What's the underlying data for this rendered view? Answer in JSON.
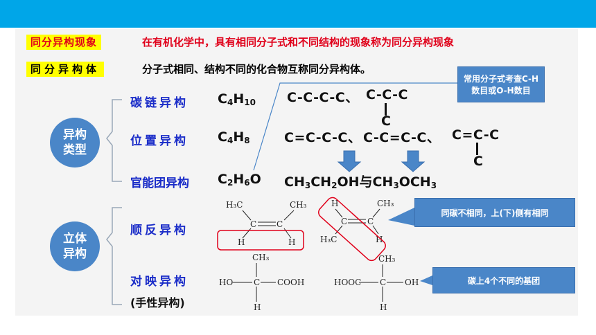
{
  "header": {
    "tag1": "同分异构现象",
    "def1": "在有机化学中，具有相同分子式和不同结构的现象称为同分异构现象",
    "tag2": "同分异构体",
    "def2": "分子式相同、结构不同的化合物互称同分异构体。"
  },
  "groups": {
    "structural": "异构类型",
    "structural_l1": "异构",
    "structural_l2": "类型",
    "stereo_l1": "立体",
    "stereo_l2": "异构"
  },
  "rows": {
    "carbon_chain": {
      "label": "碳链异构",
      "f_main": "C",
      "f_sub1": "4",
      "f_mid": "H",
      "f_sub2": "10",
      "chain1": "C-C-C-C、",
      "chain2": "C-C-C",
      "branch": "C"
    },
    "position": {
      "label": "位置异构",
      "f_main": "C",
      "f_sub1": "4",
      "f_mid": "H",
      "f_sub2": "8",
      "chain1": "C=C-C-C、",
      "chain2": "C-C=C-C、",
      "chain3": "C=C-C",
      "branch": "C"
    },
    "functional": {
      "label": "官能团异构",
      "f_c": "C",
      "f_s1": "2",
      "f_h": "H",
      "f_s2": "6",
      "f_o": "O",
      "p1": "CH",
      "p1s": "3",
      "p2": "CH",
      "p2s": "2",
      "p3": "OH与CH",
      "p3s": "3",
      "p4": "OCH",
      "p4s": "3"
    },
    "cis_trans": {
      "label": "顺反异构"
    },
    "enantiomer": {
      "label": "对映异构",
      "sublabel": "(手性异构)"
    }
  },
  "notes": {
    "note1": "常用分子式考查C-H数目或O-H数目",
    "note1_l1": "常用分子式考查C-H",
    "note1_l2": "数目或O-H数目",
    "note2": "同碳不相同，上(下)侧有相同",
    "note3": "碳上4个不同的基团"
  },
  "molecules": {
    "H3C": "H₃C",
    "CH3": "CH₃",
    "H": "H",
    "C": "C",
    "HO": "HO",
    "OH": "OH",
    "COOH": "COOH",
    "HOOC": "HOOC"
  },
  "colors": {
    "topbar": "#00a6e8",
    "tag_bg": "#ffff00",
    "red": "#e0001a",
    "blue_text": "#1a2cc8",
    "circle": "#4a86c8",
    "arrow": "#4a86c8",
    "highlight": "#e0001a"
  }
}
